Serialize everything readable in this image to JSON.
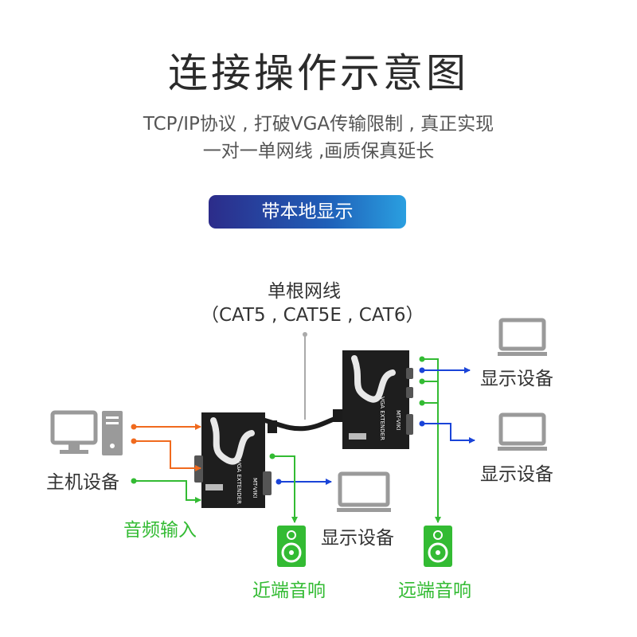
{
  "title": "连接操作示意图",
  "subtitle_line1": "TCP/IP协议 , 打破VGA传输限制 , 真正实现",
  "subtitle_line2": "一对一单网线 ,画质保真延长",
  "badge_label": "带本地显示",
  "cable": {
    "line1": "单根网线",
    "line2": "（CAT5 , CAT5E , CAT6）"
  },
  "labels": {
    "host": "主机设备",
    "audio_input": "音频输入",
    "local_display": "显示设备",
    "remote_display_1": "显示设备",
    "remote_display_2": "显示设备",
    "near_audio": "近端音响",
    "far_audio": "远端音响"
  },
  "device": {
    "line1": "VGA EXTENDER",
    "line2": "MT-VIKI"
  },
  "colors": {
    "text": "#2b2b2b",
    "subtitle": "#555555",
    "green": "#33bb33",
    "orange": "#f06a1e",
    "blue": "#1a44d8",
    "device": "#1e1e1e",
    "cable": "#aaaaaa"
  }
}
